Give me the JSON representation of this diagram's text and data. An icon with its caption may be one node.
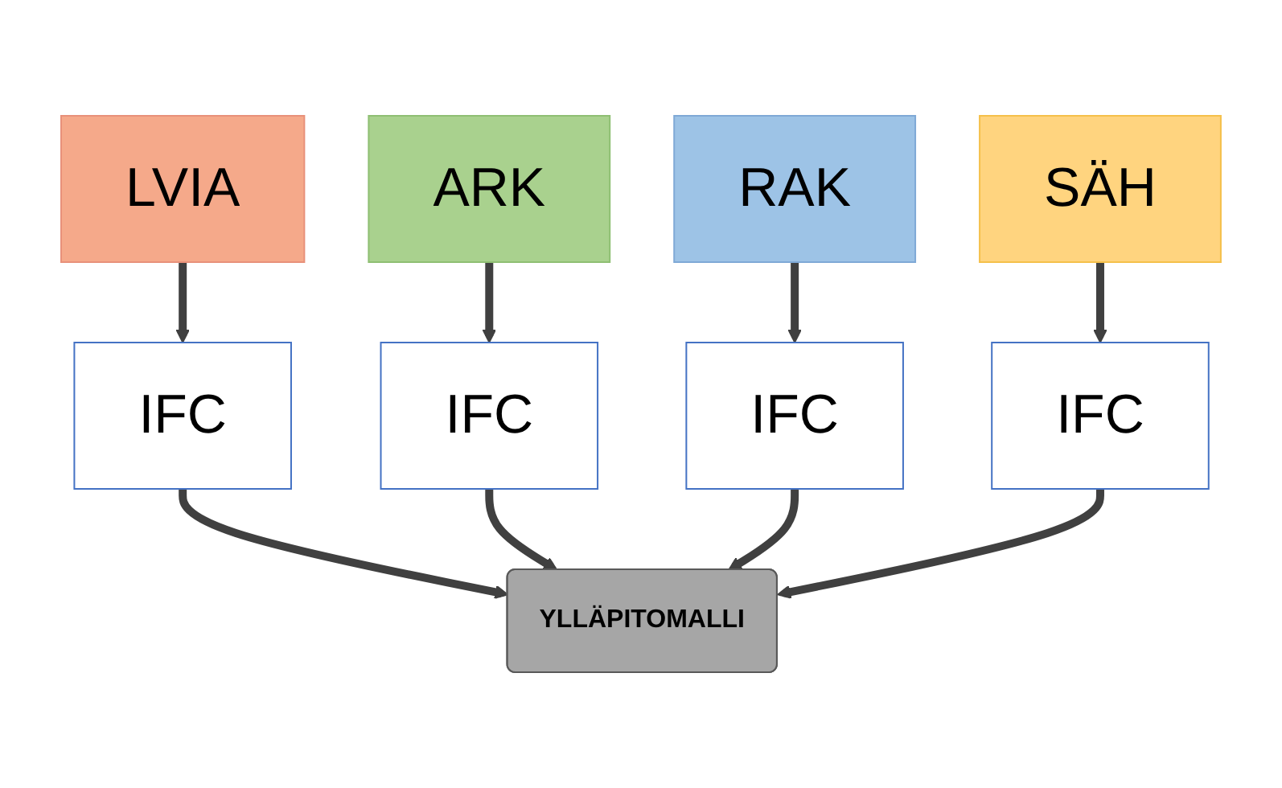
{
  "diagram": {
    "nodes": [
      {
        "text": [
          "LVIA"
        ]
      },
      {
        "text": [
          "ARK"
        ]
      },
      {
        "text": [
          "RAK"
        ]
      },
      {
        "text": [
          "SÄH"
        ]
      },
      {
        "text": [
          "IFC"
        ]
      },
      {
        "text": [
          "IFC"
        ]
      },
      {
        "text": [
          "IFC"
        ]
      },
      {
        "text": [
          "IFC"
        ]
      },
      {
        "text": [
          "YLLÄPITOMALLI"
        ]
      }
    ],
    "edges": [
      {
        "from": 0,
        "to": 4,
        "arrow": "to"
      },
      {
        "from": 1,
        "to": 5,
        "arrow": "to"
      },
      {
        "from": 2,
        "to": 6,
        "arrow": "to"
      },
      {
        "from": 3,
        "to": 7,
        "arrow": "to"
      },
      {
        "from": 4,
        "to": 8,
        "arrow": "to"
      },
      {
        "from": 5,
        "to": 8,
        "arrow": "to"
      },
      {
        "from": 6,
        "to": 8,
        "arrow": "to"
      },
      {
        "from": 7,
        "to": 8,
        "arrow": "to"
      }
    ]
  }
}
